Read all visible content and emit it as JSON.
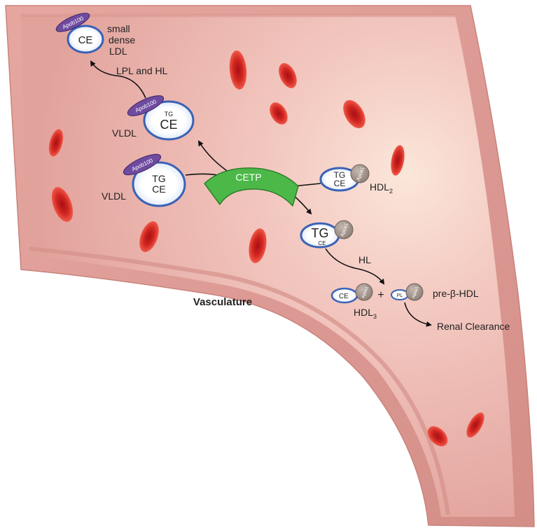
{
  "colors": {
    "vessel_outer": "#e9a9a2",
    "vessel_inner": "#f3c7c1",
    "vessel_highlight": "#f9e2d6",
    "vessel_edge": "#cf7f78",
    "rbc_outer": "#e8463b",
    "rbc_inner": "#b8141a",
    "cetp": "#4cb848",
    "apob100": "#6f4ba0",
    "apoa1": "#9f9189",
    "lipoprotein_ring": "#3a62b5",
    "lipoprotein_core": "#ffffff",
    "arrow": "#111111"
  },
  "labels": {
    "vasculature": "Vasculature",
    "cetp": "CETP",
    "lpl_hl": "LPL and HL",
    "hl": "HL",
    "renal": "Renal Clearance",
    "plus": "+"
  },
  "ldl": {
    "name_line1": "small",
    "name_line2": "dense",
    "name_line3": "LDL",
    "core": "CE",
    "apo": "Apob100"
  },
  "vldl_top": {
    "name": "VLDL",
    "core_small": "TG",
    "core_large": "CE",
    "apo": "Apob100"
  },
  "vldl_bottom": {
    "name": "VLDL",
    "core_top": "TG",
    "core_bottom": "CE",
    "apo": "Apob100"
  },
  "hdl2": {
    "name": "HDL",
    "sub": "2",
    "core_top": "TG",
    "core_bottom": "CE",
    "apo": "Apoa1"
  },
  "hdl_mid": {
    "core_top": "TG",
    "core_bottom": "CE",
    "apo": "Apoa1"
  },
  "hdl3": {
    "name": "HDL",
    "sub": "3",
    "core": "CE",
    "apo": "Apoa1"
  },
  "pre_beta": {
    "name": "pre-β-HDL",
    "core": "PL",
    "apo": "Apoa1"
  }
}
